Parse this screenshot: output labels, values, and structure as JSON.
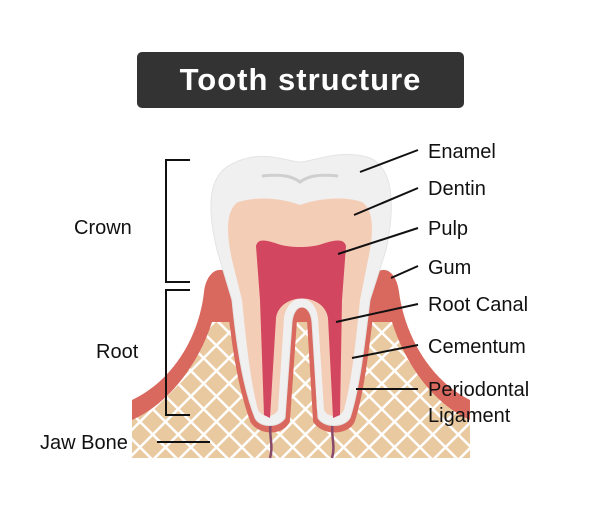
{
  "title": "Tooth structure",
  "labels": {
    "enamel": "Enamel",
    "dentin": "Dentin",
    "pulp": "Pulp",
    "gum": "Gum",
    "root_canal": "Root Canal",
    "cementum": "Cementum",
    "periodontal_1": "Periodontal",
    "periodontal_2": "Ligament",
    "crown": "Crown",
    "root": "Root",
    "jaw_bone": "Jaw Bone"
  },
  "colors": {
    "enamel": "#f0f0f0",
    "dentin": "#f4cdb6",
    "pulp": "#d2465f",
    "gum": "#d9695f",
    "bone": "#e9c9a0",
    "nerve": "#8a4a6a",
    "title_bg": "#333333"
  }
}
